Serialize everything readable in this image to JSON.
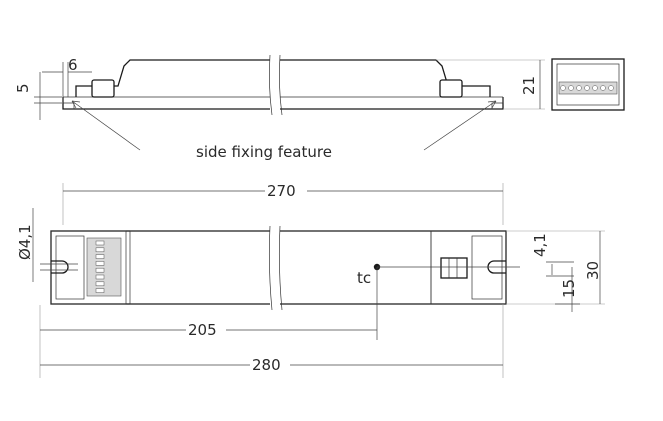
{
  "annotation": "side fixing feature",
  "dimensions": {
    "overall_length": "270",
    "fixing_distance": "280",
    "tc_distance": "205",
    "slot_width": "6",
    "slot_height": "5",
    "height": "21",
    "hole_diameter": "Ø4,1",
    "slot_dia_right": "4,1",
    "offset": "15",
    "width": "30"
  },
  "tc_label": "tc"
}
